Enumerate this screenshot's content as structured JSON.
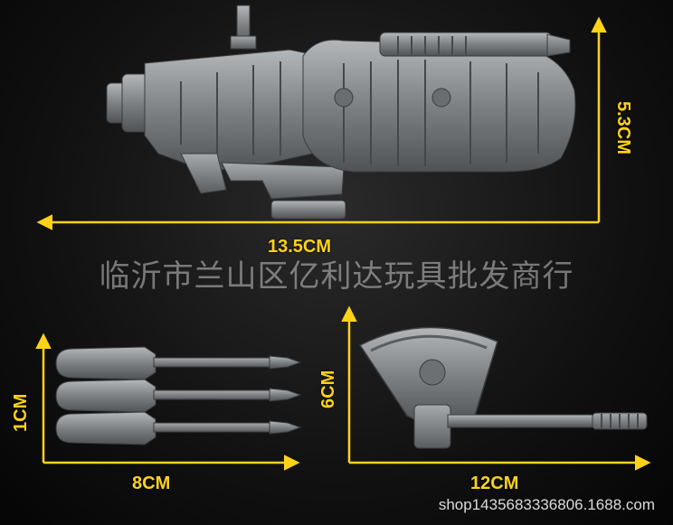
{
  "colors": {
    "background": "#111111",
    "accent": "#ffd21a",
    "part": "#8a8d90",
    "part_dark": "#55585b",
    "watermark": "#c8c8c8"
  },
  "icons": [
    "cannon-weapon",
    "missile-projectile",
    "battle-axe"
  ],
  "dimensions": {
    "cannon_width": "13.5CM",
    "cannon_height": "5.3CM",
    "missile_height": "1CM",
    "missile_width": "8CM",
    "axe_height": "6CM",
    "axe_width": "12CM"
  },
  "watermark": "临沂市兰山区亿利达玩具批发商行",
  "shop_url": "shop1435683336806.1688.com"
}
